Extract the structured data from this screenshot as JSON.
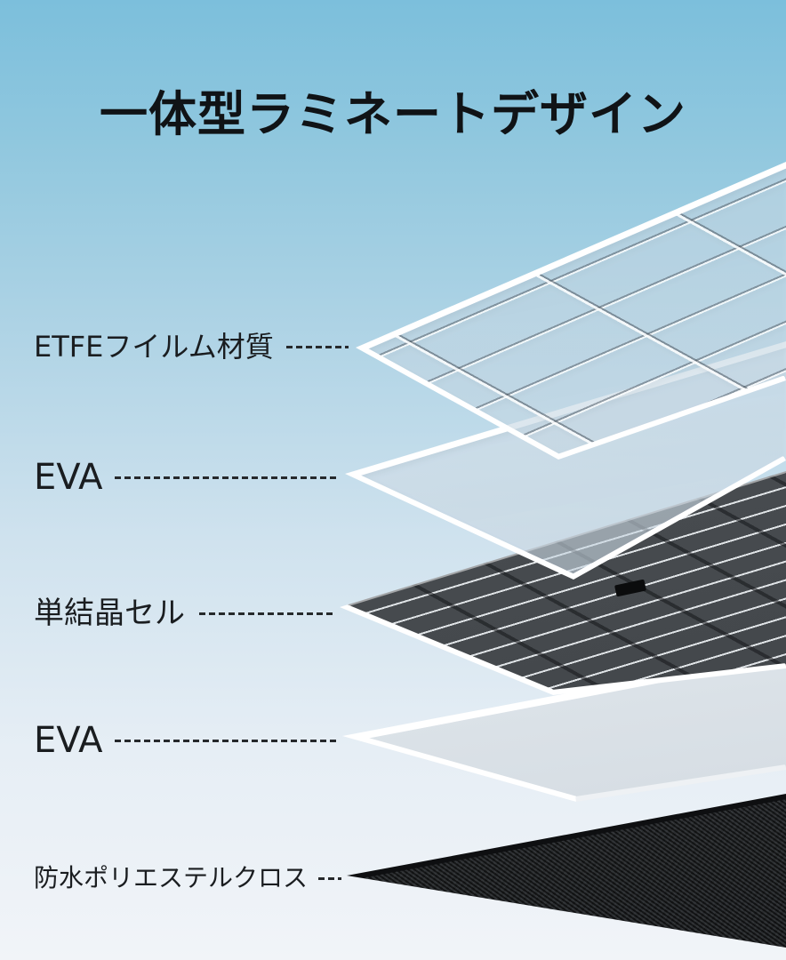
{
  "title": "一体型ラミネートデザイン",
  "labels": [
    {
      "text": "ETFEフイルム材質"
    },
    {
      "text": "EVA"
    },
    {
      "text": "単結晶セル"
    },
    {
      "text": "EVA"
    },
    {
      "text": "防水ポリエステルクロス"
    }
  ],
  "colors": {
    "background_top": "#7cbfdc",
    "background_bottom": "#f1f4f8",
    "text": "#15181b",
    "leader_dash": "#26292c",
    "solar_cell_dark": "#46494d",
    "cloth_dark": "#232527",
    "sheet_edge_white": "#ffffff"
  }
}
